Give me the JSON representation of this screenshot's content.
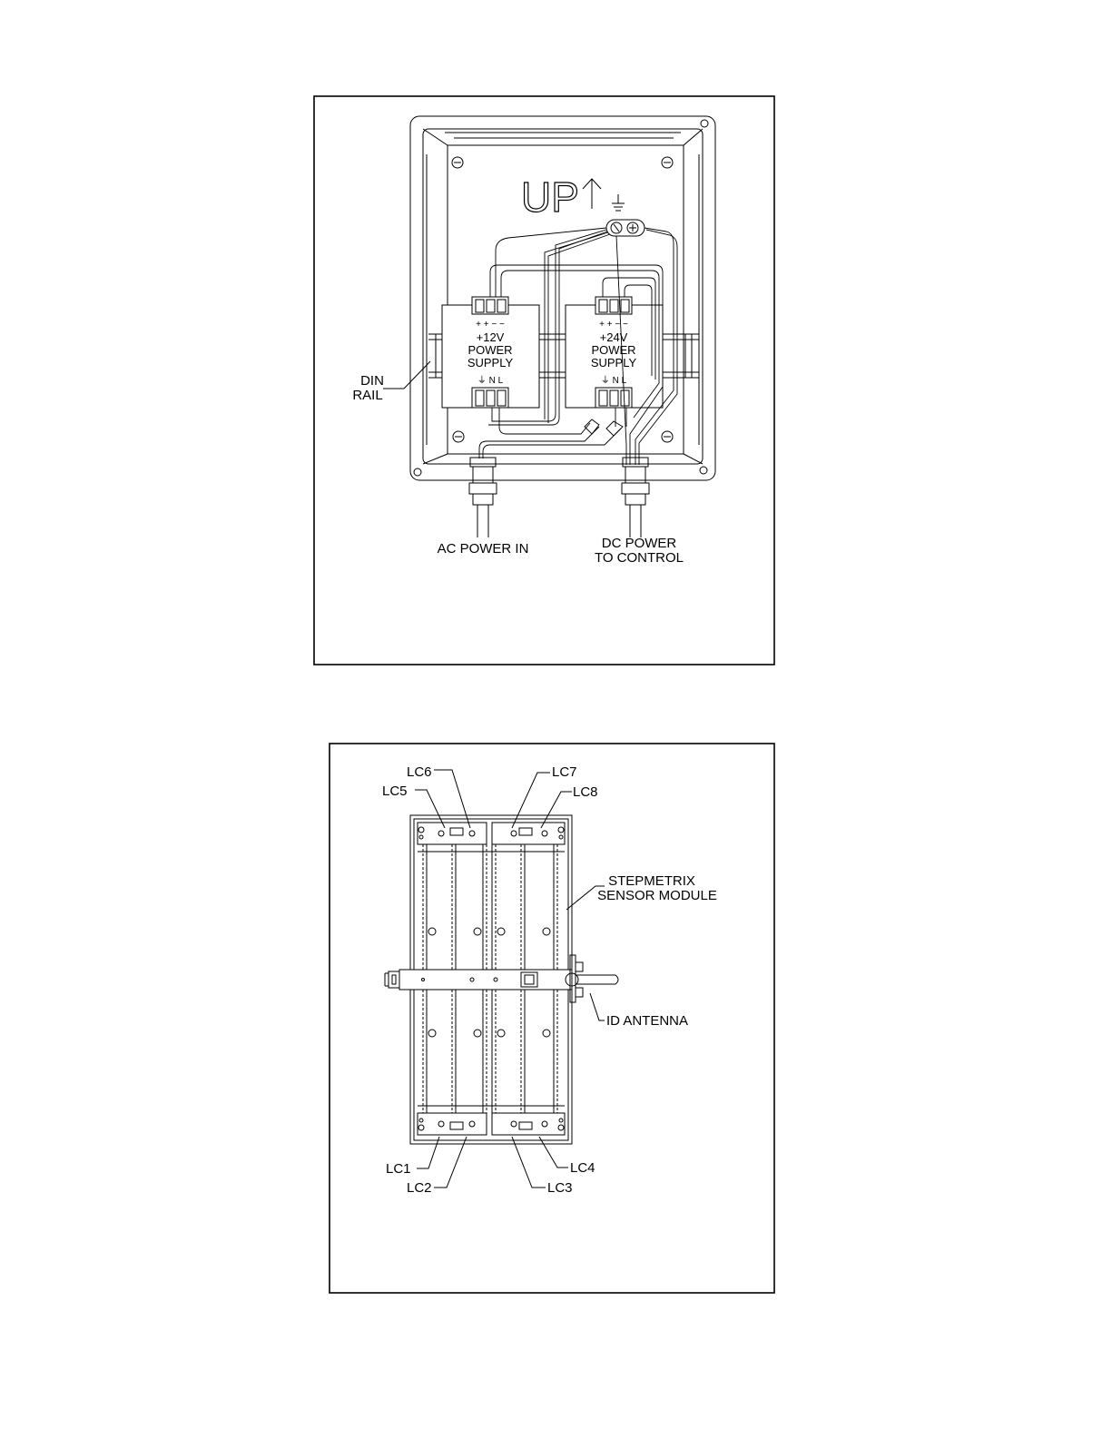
{
  "figure1": {
    "labels": {
      "up": "UP",
      "din_rail_line1": "DIN",
      "din_rail_line2": "RAIL",
      "ps12_voltage": "+12V",
      "ps12_line2": "POWER",
      "ps12_line3": "SUPPLY",
      "ps24_voltage": "+24V",
      "ps24_line2": "POWER",
      "ps24_line3": "SUPPLY",
      "terminal_top": "+ +  − −",
      "terminal_bottom": "⏚  N  L",
      "ac_power_in": "AC POWER IN",
      "dc_power_line1": "DC POWER",
      "dc_power_line2": "TO CONTROL"
    }
  },
  "figure2": {
    "labels": {
      "lc1": "LC1",
      "lc2": "LC2",
      "lc3": "LC3",
      "lc4": "LC4",
      "lc5": "LC5",
      "lc6": "LC6",
      "lc7": "LC7",
      "lc8": "LC8",
      "sensor_line1": "STEPMETRIX",
      "sensor_line2": "SENSOR MODULE",
      "id_antenna": "ID ANTENNA"
    }
  }
}
